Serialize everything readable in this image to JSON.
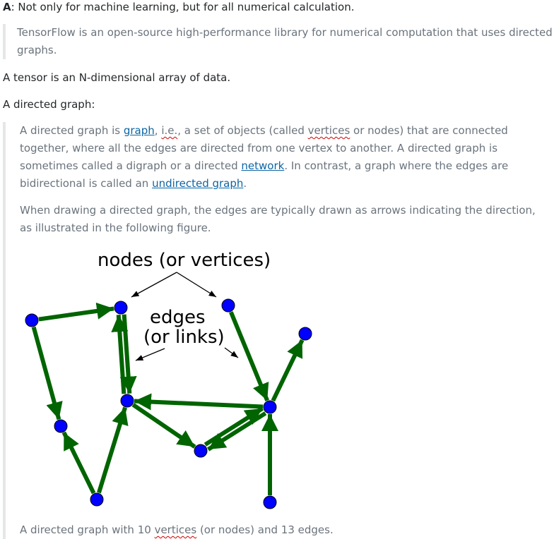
{
  "answer": {
    "prefix": "A",
    "text": ": Not only for machine learning, but for all numerical calculation."
  },
  "quote1": {
    "text": "TensorFlow is an open-source high-performance library for numerical computation that uses directed graphs."
  },
  "line_tensor": "A tensor is an N-dimensional array of data.",
  "line_directed": "A directed graph:",
  "quote2": {
    "p1_a": "A directed graph is ",
    "p1_link_graph": "graph",
    "p1_b": ", ",
    "p1_ie": "i.e.",
    "p1_c": ", a set of objects (called ",
    "p1_vertices": "vertices",
    "p1_d": " or nodes) that are connected together, where all the edges are directed from one vertex to another. A directed graph is sometimes called a digraph or a directed ",
    "p1_link_network": "network",
    "p1_e": ". In contrast, a graph where the edges are bidirectional is called an ",
    "p1_link_undirected": "undirected graph",
    "p1_f": ".",
    "p2": "When drawing a directed graph, the edges are typically drawn as arrows indicating the direction, as illustrated in the following figure.",
    "caption_a": "A directed graph with 10 ",
    "caption_vertices": "vertices",
    "caption_b": " (or nodes) and 13 edges."
  },
  "figure": {
    "label_nodes": "nodes (or vertices)",
    "label_edges_1": "edges",
    "label_edges_2": "(or links)",
    "node_color": "#0000ff",
    "edge_color": "#006400"
  }
}
